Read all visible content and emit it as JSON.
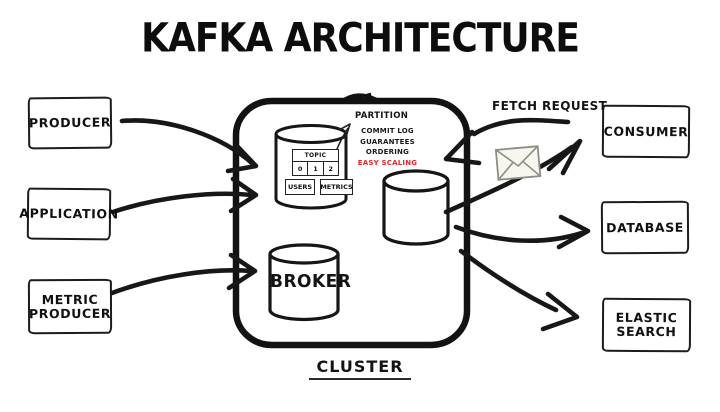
{
  "title": "KAFKA ARCHITECTURE",
  "nodes": {
    "producer": "PRODUCER",
    "application": "APPLICATION",
    "metric_producer": "METRIC PRODUCER",
    "consumer": "CONSUMER",
    "database": "DATABASE",
    "elastic_search": "ELASTIC SEARCH"
  },
  "cluster": {
    "label": "CLUSTER",
    "broker": "BROKER",
    "topic": {
      "title": "TOPIC",
      "partitions": [
        "0",
        "1",
        "2"
      ]
    },
    "users": "USERS",
    "metrics": "METRICS"
  },
  "annotations": {
    "partition": "PARTITION",
    "commit_log": "COMMIT LOG",
    "guarantees_ordering": "GUARANTEES ORDERING",
    "easy_scaling": "EASY SCALING",
    "fetch_request": "FETCH REQUEST"
  },
  "icons": {
    "envelope": "envelope-icon"
  },
  "colors": {
    "ink": "#171717",
    "highlight_red": "#e8252b",
    "paper": "#ffffff",
    "envelope_fill": "#f6f5ee",
    "envelope_stroke": "#8d8d85"
  }
}
